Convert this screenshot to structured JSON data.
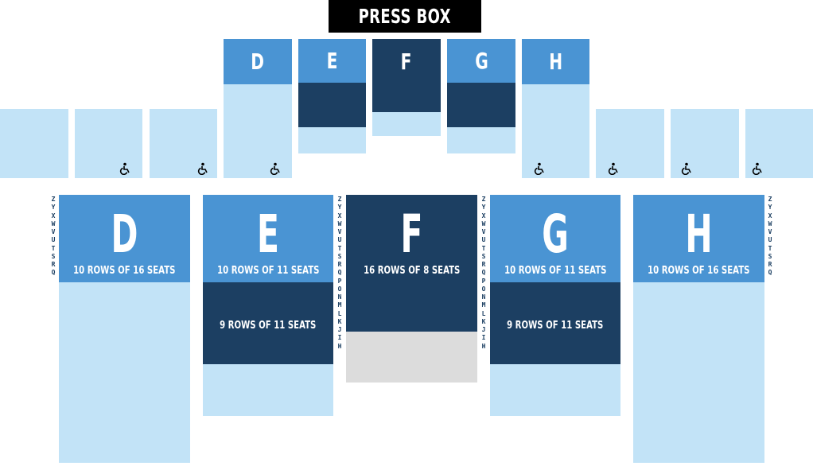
{
  "press_box": "PRESS BOX",
  "upper_sections": [
    {
      "id": "D",
      "label": "D"
    },
    {
      "id": "E",
      "label": "E"
    },
    {
      "id": "F",
      "label": "F"
    },
    {
      "id": "G",
      "label": "G"
    },
    {
      "id": "H",
      "label": "H"
    }
  ],
  "lower_sections": [
    {
      "id": "D",
      "label": "D",
      "caption": "10 ROWS OF 16 SEATS"
    },
    {
      "id": "E",
      "label": "E",
      "caption": "10 ROWS OF 11 SEATS",
      "caption2": "9 ROWS OF 11 SEATS"
    },
    {
      "id": "F",
      "label": "F",
      "caption": "16 ROWS OF 8 SEATS"
    },
    {
      "id": "G",
      "label": "G",
      "caption": "10 ROWS OF 11 SEATS",
      "caption2": "9 ROWS OF 11 SEATS"
    },
    {
      "id": "H",
      "label": "H",
      "caption": "10 ROWS OF 16 SEATS"
    }
  ],
  "row_labels": {
    "short": [
      "Z",
      "Y",
      "X",
      "W",
      "V",
      "U",
      "T",
      "S",
      "R",
      "Q"
    ],
    "long": [
      "Z",
      "Y",
      "X",
      "W",
      "V",
      "U",
      "T",
      "S",
      "R",
      "Q",
      "P",
      "O",
      "N",
      "M",
      "L",
      "K",
      "J",
      "I",
      "H"
    ]
  },
  "colors": {
    "light": "#c2e3f7",
    "mid": "#4a94d3",
    "dark": "#1c3f62",
    "unavailable": "#dcdcdc",
    "press_box": "#000000"
  },
  "icons": {
    "accessible": "wheelchair-icon"
  }
}
